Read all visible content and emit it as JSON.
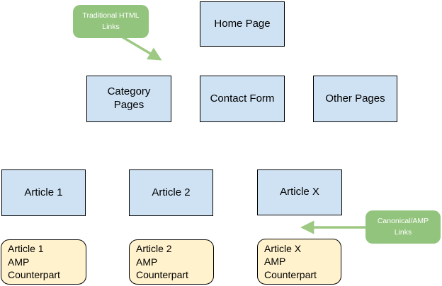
{
  "diagram": {
    "nodes": {
      "home": {
        "label": "Home Page"
      },
      "category": {
        "label": "Category\nPages"
      },
      "contact": {
        "label": "Contact Form"
      },
      "other": {
        "label": "Other Pages"
      },
      "article1": {
        "label": "Article 1"
      },
      "article2": {
        "label": "Article 2"
      },
      "articlex": {
        "label": "Article X"
      },
      "amp1": {
        "label": "Article 1\nAMP\nCounterpart"
      },
      "amp2": {
        "label": "Article 2\nAMP\nCounterpart"
      },
      "ampx": {
        "label": "Article X\nAMP\nCounterpart"
      }
    },
    "annotations": {
      "traditional": {
        "label": "Traditional HTML\nLinks"
      },
      "canonical": {
        "label": "Canonical/AMP\nLinks"
      }
    },
    "colors": {
      "page_fill": "#cfe2f3",
      "amp_fill": "#fff2cc",
      "callout_fill": "#93c47d",
      "callout_text": "#ffffff",
      "arrow": "#9dc983",
      "node_text": "#000000",
      "node_border": "#000000",
      "background": "#ffffff"
    }
  }
}
